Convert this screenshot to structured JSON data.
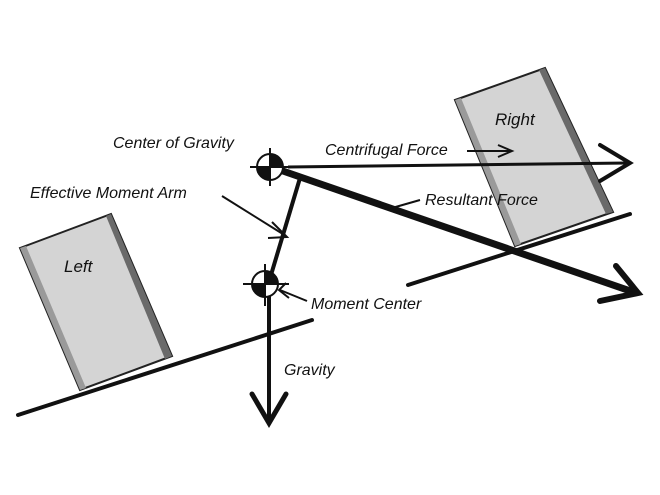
{
  "labels": {
    "center_of_gravity": "Center of Gravity",
    "centrifugal_force": "Centrifugal Force",
    "effective_moment_arm": "Effective Moment Arm",
    "resultant_force": "Resultant Force",
    "moment_center": "Moment Center",
    "gravity": "Gravity",
    "left_tire": "Left",
    "right_tire": "Right"
  },
  "colors": {
    "line": "#111111",
    "tire_fill": "#d4d4d4",
    "tire_edge": "#555555",
    "background": "#ffffff"
  }
}
